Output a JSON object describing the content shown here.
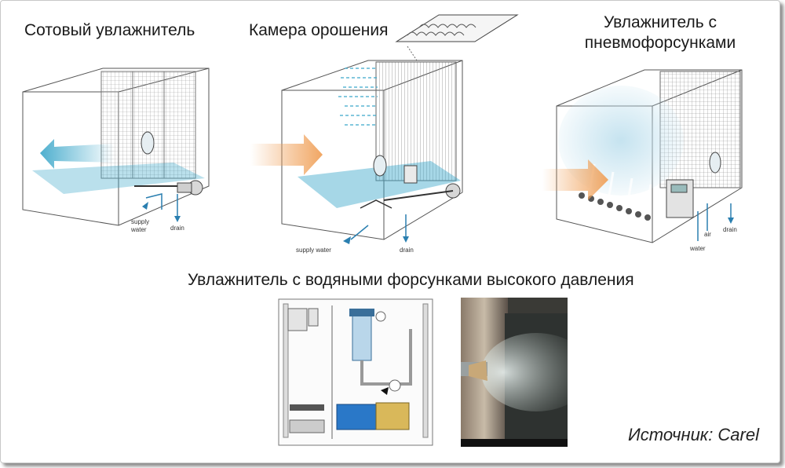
{
  "titles": {
    "honeycomb": "Сотовый увлажнитель",
    "spray_chamber": "Камера орошения",
    "pneumatic_line1": "Увлажнитель с",
    "pneumatic_line2": "пневмофорсунками",
    "high_pressure": "Увлажнитель с водяными форсунками высокого давления"
  },
  "labels": {
    "supply_water": "supply water",
    "supply": "supply",
    "water": "water",
    "drain": "drain",
    "air": "air"
  },
  "source": "Источник: Carel",
  "colors": {
    "water_blue": "#3aa6c9",
    "air_orange": "#f0a15a",
    "outline": "#333333"
  }
}
